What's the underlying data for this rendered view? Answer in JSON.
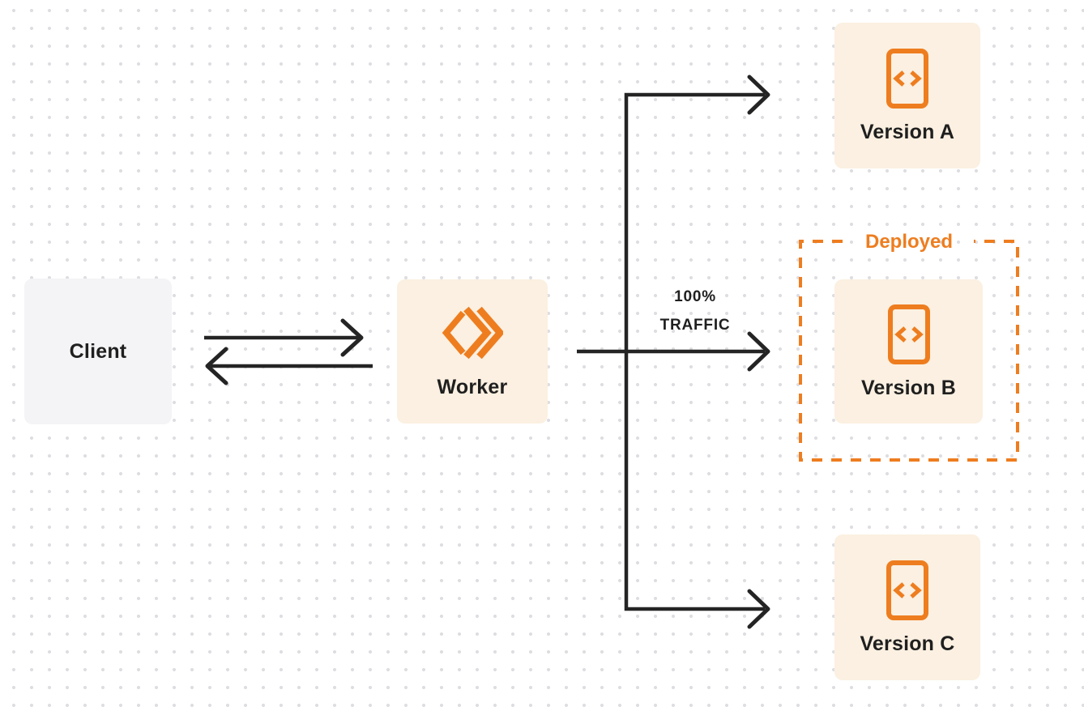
{
  "diagram": {
    "type": "traffic-routing-flow",
    "nodes": {
      "client": {
        "label": "Client"
      },
      "worker": {
        "label": "Worker"
      },
      "version_a": {
        "label": "Version A"
      },
      "version_b": {
        "label": "Version B"
      },
      "version_c": {
        "label": "Version C"
      }
    },
    "annotations": {
      "deployed": {
        "label": "Deployed"
      },
      "traffic": {
        "line1": "100%",
        "line2": "TRAFFIC"
      }
    },
    "edges": [
      {
        "from": "client",
        "to": "worker",
        "style": "arrow-right"
      },
      {
        "from": "worker",
        "to": "client",
        "style": "arrow-left"
      },
      {
        "from": "worker",
        "to": "version_a",
        "style": "branch-arrow"
      },
      {
        "from": "worker",
        "to": "version_b",
        "style": "branch-arrow",
        "label": "100% TRAFFIC"
      },
      {
        "from": "worker",
        "to": "version_c",
        "style": "branch-arrow"
      }
    ],
    "icons": {
      "worker": "double-chevron-workers-icon",
      "version": "code-file-icon"
    },
    "colors": {
      "accent_orange": "#EE7D1F",
      "panel_cream": "#FBF0E1",
      "panel_gray": "#F4F4F6",
      "line_dark": "#242424",
      "label_dark": "#1F1F1F",
      "dot_grid": "#DEDEE2",
      "background": "#FFFFFF"
    }
  }
}
